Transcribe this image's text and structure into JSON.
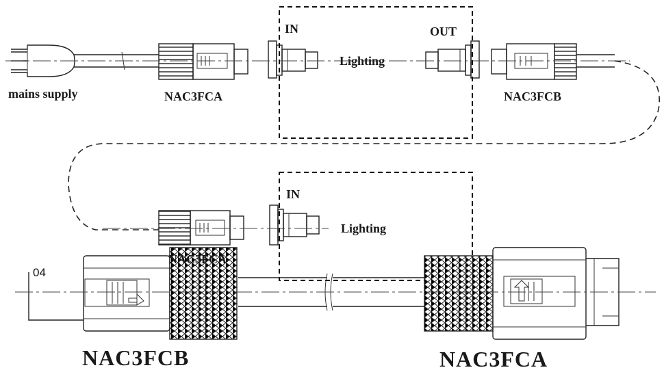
{
  "labels": {
    "mains_supply": "mains supply",
    "top_in_connector": "NAC3FCA",
    "top_out_connector": "NAC3FCB",
    "middle_connector": "NAC3FCA",
    "in_top": "IN",
    "out_top": "OUT",
    "lighting_top": "Lighting",
    "in_bottom": "IN",
    "lighting_bottom": "Lighting",
    "page_marker": "04",
    "big_left_connector": "NAC3FCB",
    "big_right_connector": "NAC3FCA"
  }
}
